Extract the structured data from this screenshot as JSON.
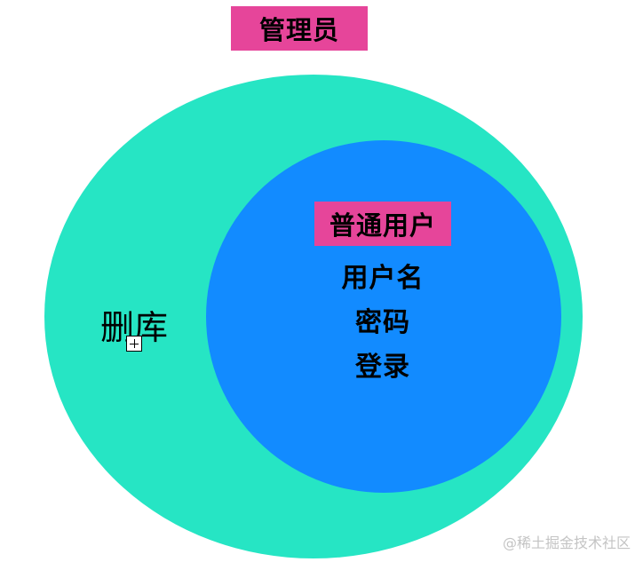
{
  "colors": {
    "outer_fill": "#26e5c4",
    "inner_fill": "#128bff",
    "label_fill": "#e6459a",
    "text": "#000000",
    "background": "#ffffff",
    "watermark": "#c4c4c4"
  },
  "outer": {
    "title": "管理员",
    "item": "删库"
  },
  "inner": {
    "title": "普通用户",
    "items": [
      "用户名",
      "密码",
      "登录"
    ]
  },
  "watermark": "@稀土掘金技术社区"
}
